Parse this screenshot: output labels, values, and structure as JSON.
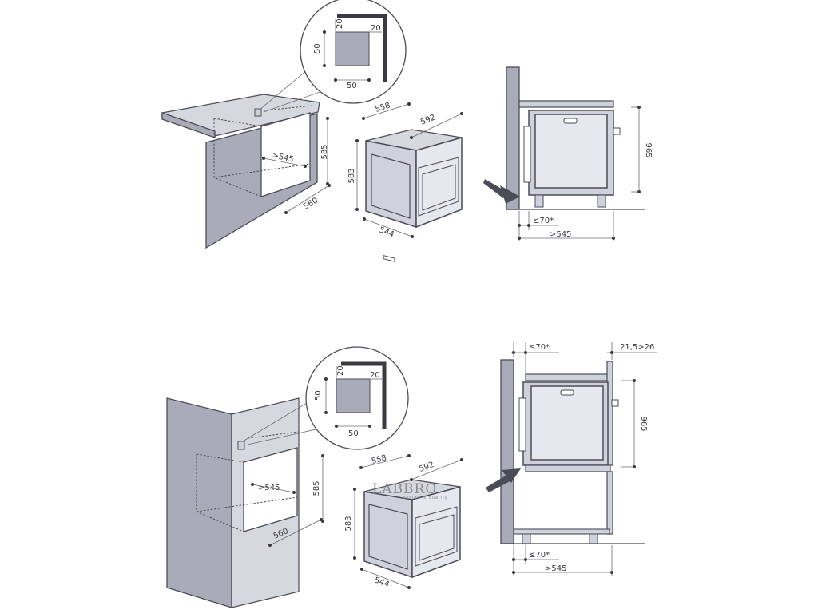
{
  "colors": {
    "line": "#4b4c57",
    "wall": "#a9acb8",
    "panel": "#cfd2dc",
    "door": "#e6e8ef",
    "bg": "#ffffff"
  },
  "top": {
    "detail": {
      "d1": "20",
      "d2": "20",
      "d3": "50",
      "d4": "50"
    },
    "cabinet": {
      "depth": ">545",
      "height": "585",
      "width": "560"
    },
    "oven": {
      "w1": "558",
      "w2": "592",
      "h": "583",
      "d": "544"
    },
    "side": {
      "height": "965",
      "gap": "≤70*",
      "depth": ">545"
    }
  },
  "bottom": {
    "detail": {
      "d1": "20",
      "d2": "20",
      "d3": "50",
      "d4": "50"
    },
    "cabinet": {
      "depth": ">545",
      "height": "585",
      "width": "560"
    },
    "oven": {
      "w1": "558",
      "w2": "592",
      "h": "583",
      "d": "544"
    },
    "side": {
      "top_gap": "≤70*",
      "top_right": "21,5>26",
      "height": "965",
      "gap": "≤70*",
      "depth": ">545"
    }
  },
  "watermark": {
    "name": "LABBRO",
    "tagline": "design & quality"
  }
}
